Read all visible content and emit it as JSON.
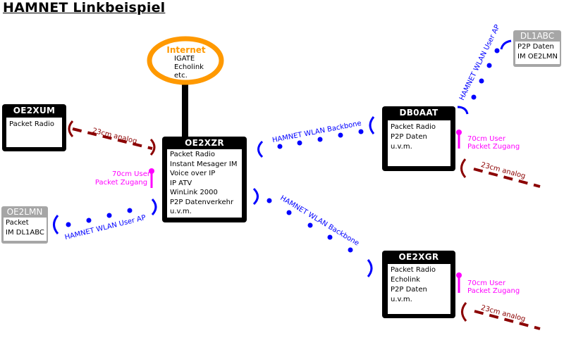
{
  "title": "HAMNET Linkbeispiel",
  "internet": {
    "label": "Internet",
    "services": [
      "IGATE",
      "Echolink",
      "etc."
    ]
  },
  "nodes": {
    "oe2xum": {
      "name": "OE2XUM",
      "services": [
        "Packet Radio"
      ]
    },
    "oe2xzr": {
      "name": "OE2XZR",
      "services": [
        "Packet Radio",
        "Instant Mesager IM",
        "Voice over IP",
        "IP ATV",
        "WinLink 2000",
        "P2P Datenverkehr",
        "u.v.m."
      ]
    },
    "db0aat": {
      "name": "DB0AAT",
      "services": [
        "Packet Radio",
        "P2P Daten",
        "u.v.m."
      ]
    },
    "oe2xgr": {
      "name": "OE2XGR",
      "services": [
        "Packet Radio",
        "Echolink",
        "P2P Daten",
        "u.v.m."
      ]
    }
  },
  "users": {
    "oe2lmn": {
      "name": "OE2LMN",
      "lines": [
        "Packet",
        "IM  DL1ABC"
      ]
    },
    "dl1abc": {
      "name": "DL1ABC",
      "lines": [
        "P2P Daten",
        "IM  OE2LMN"
      ]
    }
  },
  "links": {
    "analog_23cm": "23cm analog",
    "user_70cm_line1": "70cm User",
    "user_70cm_line2": "Packet Zugang",
    "wlan_backbone": "HAMNET WLAN Backbone",
    "wlan_user_ap": "HAMNET WLAN User AP"
  },
  "colors": {
    "analog_link": "#8b0000",
    "wlan_link": "#0000ff",
    "user_70cm": "#ff00ff",
    "internet_ring": "#ff9900",
    "internet_label": "#ff9900",
    "node_frame": "#000000",
    "user_frame": "#a6a6a6"
  }
}
